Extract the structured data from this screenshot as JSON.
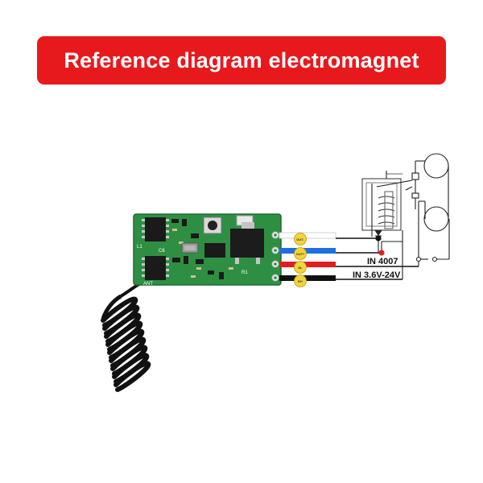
{
  "title": "Reference diagram electromagnet",
  "board": {
    "antenna_label": "ANT",
    "silk_c": "C6",
    "silk_l": "L1",
    "silk_r": "R1"
  },
  "terminals": [
    {
      "label": "OUT-",
      "wire_color": "#ffffff"
    },
    {
      "label": "OUT+",
      "wire_color": "#1f6fe0"
    },
    {
      "label": "IN-",
      "wire_color": "#e01f1f"
    },
    {
      "label": "IN+",
      "wire_color": "#111111"
    }
  ],
  "annotations": {
    "diode": "IN 4007",
    "supply": "IN 3.6V-24V"
  },
  "colors": {
    "banner": "#e8191d",
    "pcb": "#2e8f43",
    "pad_yellow": "#f3d43a"
  }
}
